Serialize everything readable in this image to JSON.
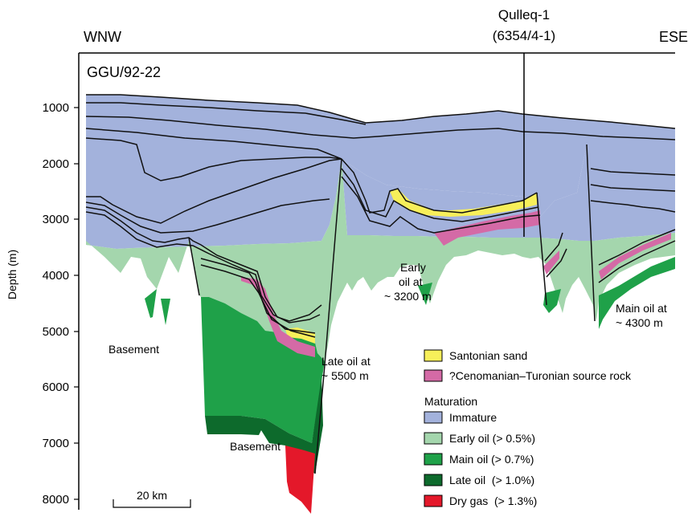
{
  "header": {
    "left_direction": "WNW",
    "right_direction": "ESE",
    "well_name": "Qulleq-1",
    "well_id": "(6354/4-1)"
  },
  "section_id": "GGU/92-22",
  "y_axis": {
    "label": "Depth (m)",
    "ticks": [
      "1000",
      "2000",
      "3000",
      "4000",
      "5000",
      "6000",
      "7000",
      "8000"
    ]
  },
  "annotations": {
    "basement_left": "Basement",
    "basement_bottom": "Basement",
    "late_oil_1": "Late oil at",
    "late_oil_2": "~ 5500 m",
    "early_oil_1": "Early",
    "early_oil_2": "oil at",
    "early_oil_3": "~ 3200 m",
    "main_oil_1": "Main oil at",
    "main_oil_2": "~ 4300 m"
  },
  "scale_bar": {
    "label": "20 km"
  },
  "legend": {
    "strata": [
      {
        "label": "Santonian sand",
        "color": "#f7ef5a"
      },
      {
        "label": "?Cenomanian–Turonian source rock",
        "color": "#d46aa6"
      }
    ],
    "maturation_title": "Maturation",
    "maturation": [
      {
        "label": "Immature",
        "color": "#a3b2dc"
      },
      {
        "label": "Early oil (> 0.5%)",
        "color": "#a4d6ad"
      },
      {
        "label": "Main oil (> 0.7%)",
        "color": "#1fa149"
      },
      {
        "label": "Late oil  (> 1.0%)",
        "color": "#0d6a2c"
      },
      {
        "label": "Dry gas  (> 1.3%)",
        "color": "#e4182a"
      }
    ]
  }
}
